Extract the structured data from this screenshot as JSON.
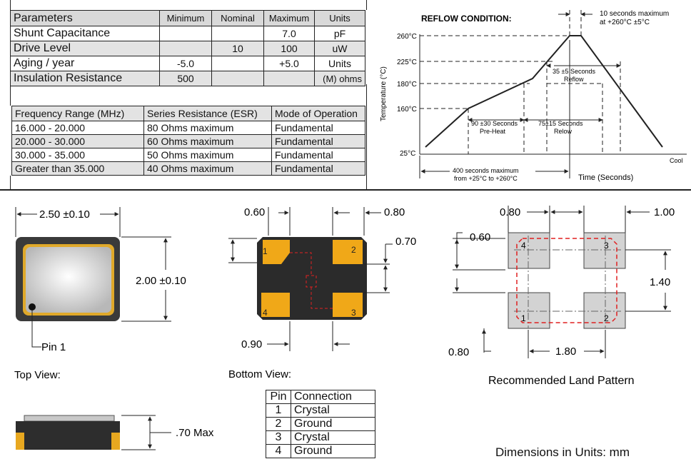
{
  "parameters": {
    "headers": [
      "Parameters",
      "Minimum",
      "Nominal",
      "Maximum",
      "Units"
    ],
    "rows": [
      {
        "name": "Shunt Capacitance",
        "min": "",
        "nom": "",
        "max": "7.0",
        "unit": "pF"
      },
      {
        "name": "Drive Level",
        "min": "",
        "nom": "10",
        "max": "100",
        "unit": "uW"
      },
      {
        "name": "Aging / year",
        "min": "-5.0",
        "nom": "",
        "max": "+5.0",
        "unit": "Units"
      },
      {
        "name": "Insulation Resistance",
        "min": "500",
        "nom": "",
        "max": "",
        "unit": "(M) ohms"
      }
    ]
  },
  "frequency": {
    "headers": [
      "Frequency Range (MHz)",
      "Series Resistance (ESR)",
      "Mode of Operation"
    ],
    "rows": [
      [
        "16.000 - 20.000",
        "80 Ohms maximum",
        "Fundamental"
      ],
      [
        "20.000 - 30.000",
        "60 Ohms maximum",
        "Fundamental"
      ],
      [
        "30.000 - 35.000",
        "50 Ohms maximum",
        "Fundamental"
      ],
      [
        "Greater than 35.000",
        "40 Ohms maximum",
        "Fundamental"
      ]
    ]
  },
  "reflow": {
    "title": "REFLOW CONDITION:",
    "ylabel": "Temperature (°C)",
    "xlabel": "Time (Seconds)",
    "cool": "Cool",
    "temps": [
      "260°C",
      "225°C",
      "180°C",
      "160°C",
      "25°C"
    ],
    "peak_note_1": "10 seconds maximum",
    "peak_note_2": "at +260°C ±5°C",
    "reflow35_1": "35 ±5 Seconds",
    "reflow35_2": "Reflow",
    "preheat_1": "90 ±30 Seconds",
    "preheat_2": "Pre-Heat",
    "reflow75_1": "75±15 Seconds",
    "reflow75_2": "Relow",
    "total_1": "400 seconds maximum",
    "total_2": "from  +25°C to +260°C"
  },
  "top_view": {
    "width": "2.50 ±0.10",
    "height": "2.00 ±0.10",
    "pin1": "Pin 1",
    "caption": "Top View:",
    "side_thickness": ".70 Max"
  },
  "bottom_view": {
    "pad_w": "0.60",
    "pad_gap": "0.80",
    "pad_h": "0.70",
    "pad_spacing": "0.90",
    "pins": [
      "1",
      "2",
      "3",
      "4"
    ],
    "caption": "Bottom View:"
  },
  "land_pattern": {
    "pad_w": "0.80",
    "gap": "1.00",
    "pad_h": "0.60",
    "v_pitch": "1.40",
    "bottom_pad": "0.80",
    "h_pitch": "1.80",
    "pins": [
      "4",
      "3",
      "1",
      "2"
    ],
    "caption": "Recommended Land Pattern"
  },
  "pin_table": {
    "headers": [
      "Pin",
      "Connection"
    ],
    "rows": [
      [
        "1",
        "Crystal"
      ],
      [
        "2",
        "Ground"
      ],
      [
        "3",
        "Crystal"
      ],
      [
        "4",
        "Ground"
      ]
    ]
  },
  "units_note": "Dimensions in Units: mm"
}
